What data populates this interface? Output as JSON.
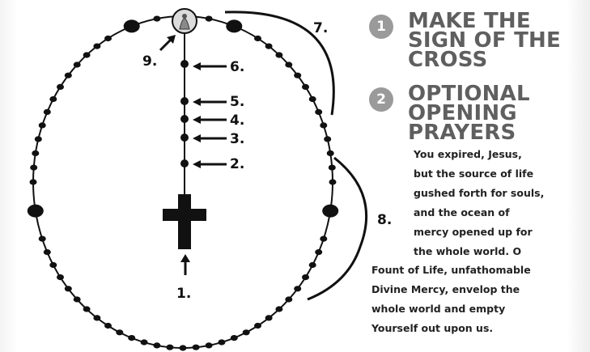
{
  "labels": {
    "n1": "1.",
    "n2": "2.",
    "n3": "3.",
    "n4": "4.",
    "n5": "5.",
    "n6": "6.",
    "n7": "7.",
    "n8": "8.",
    "n9": "9."
  },
  "steps": [
    {
      "number": "1",
      "title_lines": [
        "MAKE THE",
        "SIGN OF THE",
        "CROSS"
      ]
    },
    {
      "number": "2",
      "title_lines": [
        "OPTIONAL",
        "OPENING",
        "PRAYERS"
      ]
    }
  ],
  "prayer_lines": [
    "You expired, Jesus,",
    "but the source of life",
    "gushed forth for souls,",
    "and the ocean of",
    "mercy opened up for",
    "the whole world. O",
    "Fount of Life, unfathomable",
    "Divine Mercy, envelop the",
    "whole world and empty",
    "Yourself out upon us."
  ],
  "colors": {
    "bead": "#111111",
    "badge": "#9a9a9a",
    "title": "#5f5f5f",
    "text": "#222222"
  }
}
